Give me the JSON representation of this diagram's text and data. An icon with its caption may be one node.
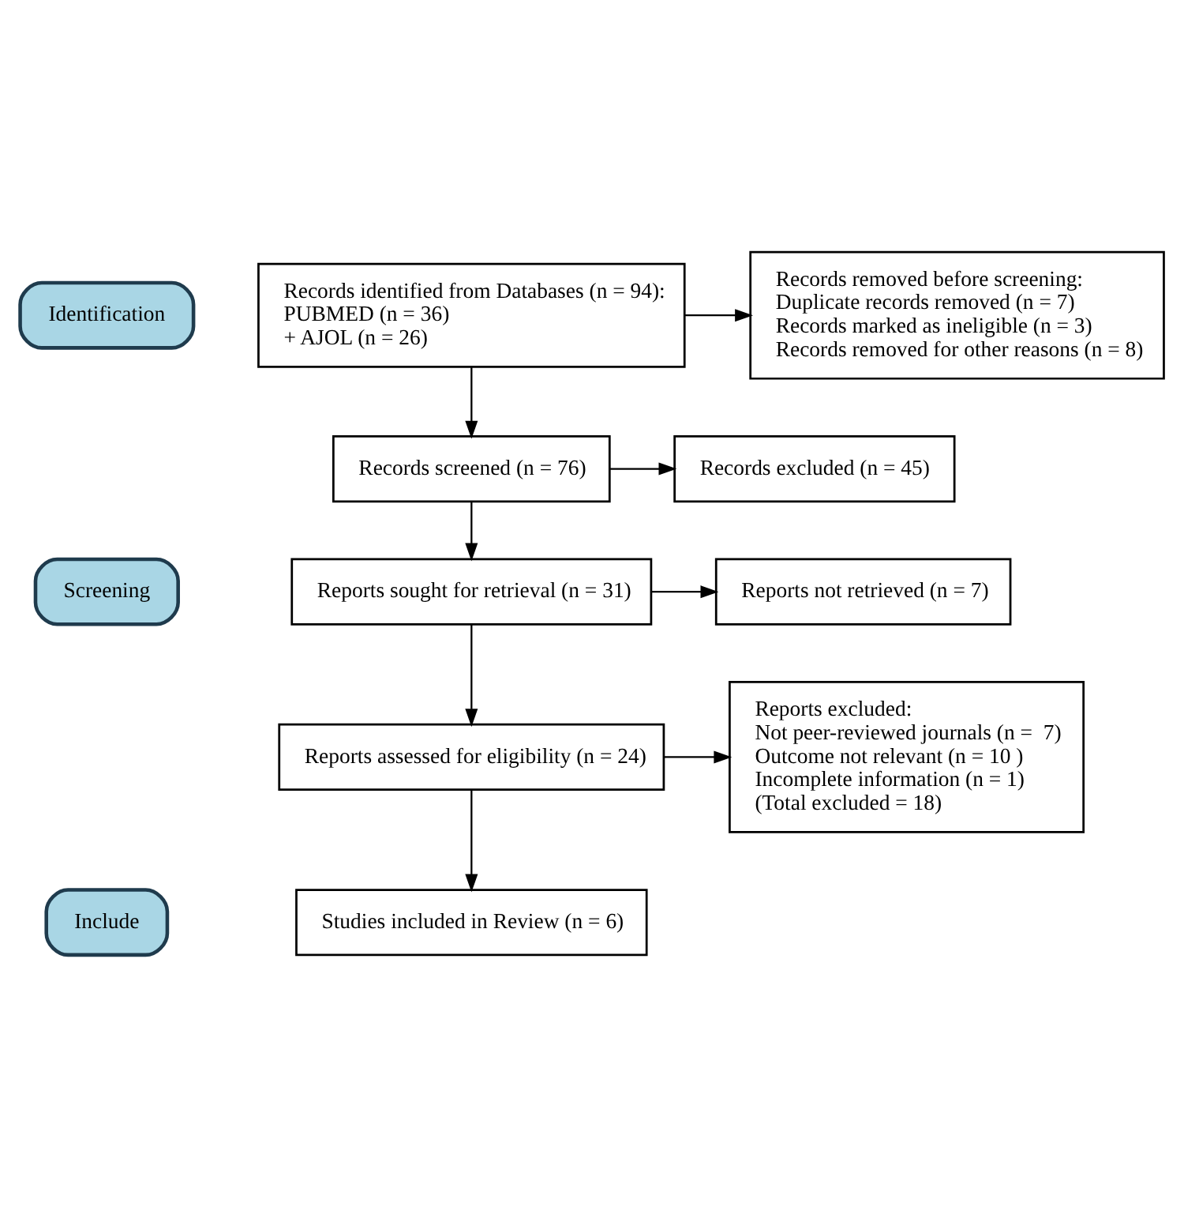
{
  "diagram": {
    "nodes": [
      {
        "text": [
          "Identification"
        ]
      },
      {
        "text": [
          "Records identified from Databases (n = 94):",
          "PUBMED (n = 36)",
          "+ AJOL (n = 26)"
        ]
      },
      {
        "text": [
          "Records removed before screening:",
          "Duplicate records removed (n = 7)",
          "Records marked as ineligible (n = 3)",
          "Records removed for other reasons (n = 8)"
        ]
      },
      {
        "text": [
          "Screening"
        ]
      },
      {
        "text": [
          "Records screened (n = 76)"
        ]
      },
      {
        "text": [
          "Records excluded (n = 45)"
        ]
      },
      {
        "text": [
          "Reports sought for retrieval (n = 31)"
        ]
      },
      {
        "text": [
          "Reports not retrieved (n = 7)"
        ]
      },
      {
        "text": [
          "Reports assessed for eligibility (n = 24)"
        ]
      },
      {
        "text": [
          "Reports excluded:",
          "Not peer-reviewed journals (n =  7)",
          "Outcome not relevant (n = 10 )",
          "Incomplete information (n = 1)",
          "(Total excluded = 18)"
        ]
      },
      {
        "text": [
          "Include"
        ]
      },
      {
        "text": [
          "Studies included in Review (n = 6)"
        ]
      }
    ],
    "edges": [
      {
        "from": 1,
        "to": 2,
        "arrow": "to"
      },
      {
        "from": 1,
        "to": 4,
        "arrow": "to"
      },
      {
        "from": 4,
        "to": 5,
        "arrow": "to"
      },
      {
        "from": 4,
        "to": 6,
        "arrow": "to"
      },
      {
        "from": 6,
        "to": 7,
        "arrow": "to"
      },
      {
        "from": 6,
        "to": 8,
        "arrow": "to"
      },
      {
        "from": 8,
        "to": 9,
        "arrow": "to"
      },
      {
        "from": 8,
        "to": 11,
        "arrow": "to"
      }
    ]
  }
}
